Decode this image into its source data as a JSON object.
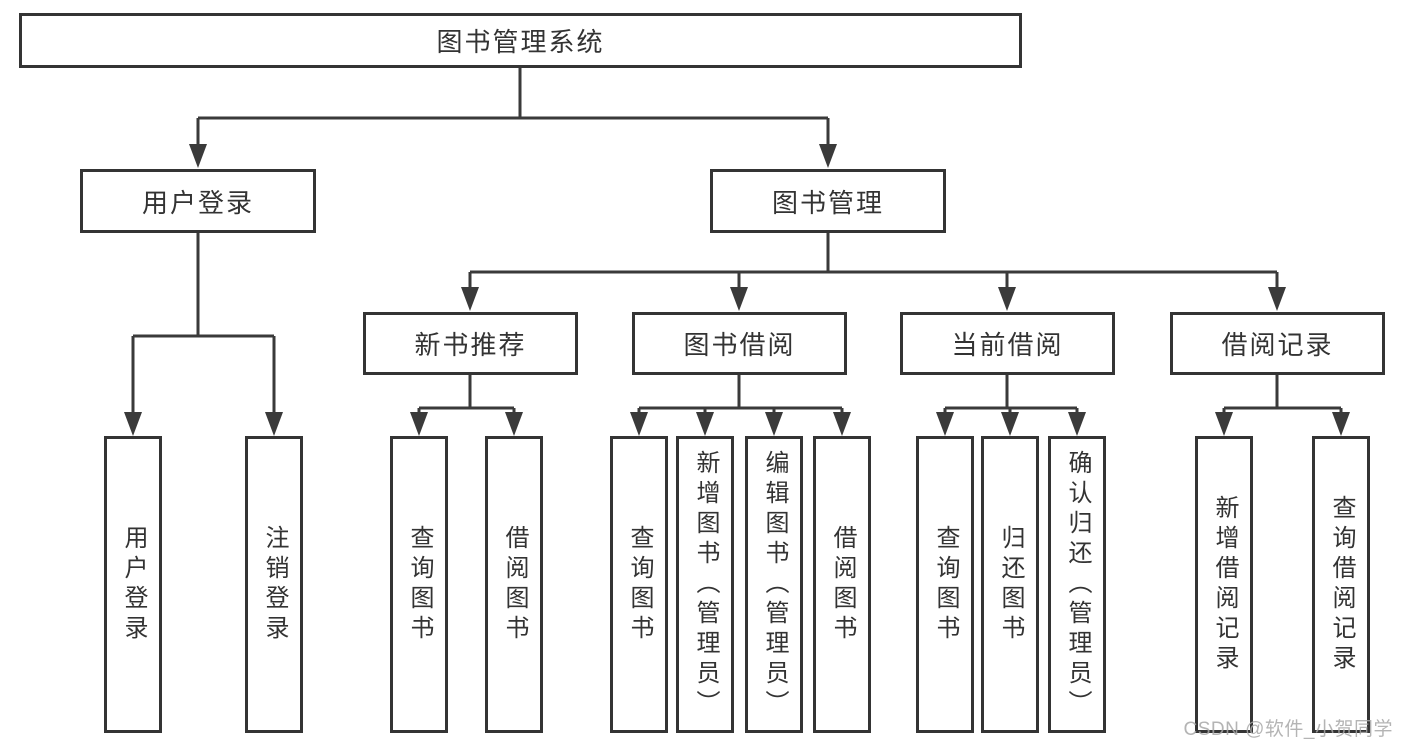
{
  "diagram": {
    "type": "tree",
    "orientation": "top-down",
    "colors": {
      "line": "#3a3a3a",
      "border": "#343434",
      "text": "#333333",
      "watermark": "#a8a8a8",
      "background": "#ffffff"
    }
  },
  "tree": {
    "root": {
      "label": "图书管理系统"
    },
    "branches": [
      {
        "label": "用户登录",
        "children": [
          {
            "label": "用户登录"
          },
          {
            "label": "注销登录"
          }
        ]
      },
      {
        "label": "图书管理",
        "children": [
          {
            "label": "新书推荐",
            "children": [
              {
                "label": "查询图书"
              },
              {
                "label": "借阅图书"
              }
            ]
          },
          {
            "label": "图书借阅",
            "children": [
              {
                "label": "查询图书"
              },
              {
                "label": "新增图书（管理员）"
              },
              {
                "label": "编辑图书（管理员）"
              },
              {
                "label": "借阅图书"
              }
            ]
          },
          {
            "label": "当前借阅",
            "children": [
              {
                "label": "查询图书"
              },
              {
                "label": "归还图书"
              },
              {
                "label": "确认归还（管理员）"
              }
            ]
          },
          {
            "label": "借阅记录",
            "children": [
              {
                "label": "新增借阅记录"
              },
              {
                "label": "查询借阅记录"
              }
            ]
          }
        ]
      }
    ]
  },
  "watermark": "CSDN @软件_小贺同学"
}
